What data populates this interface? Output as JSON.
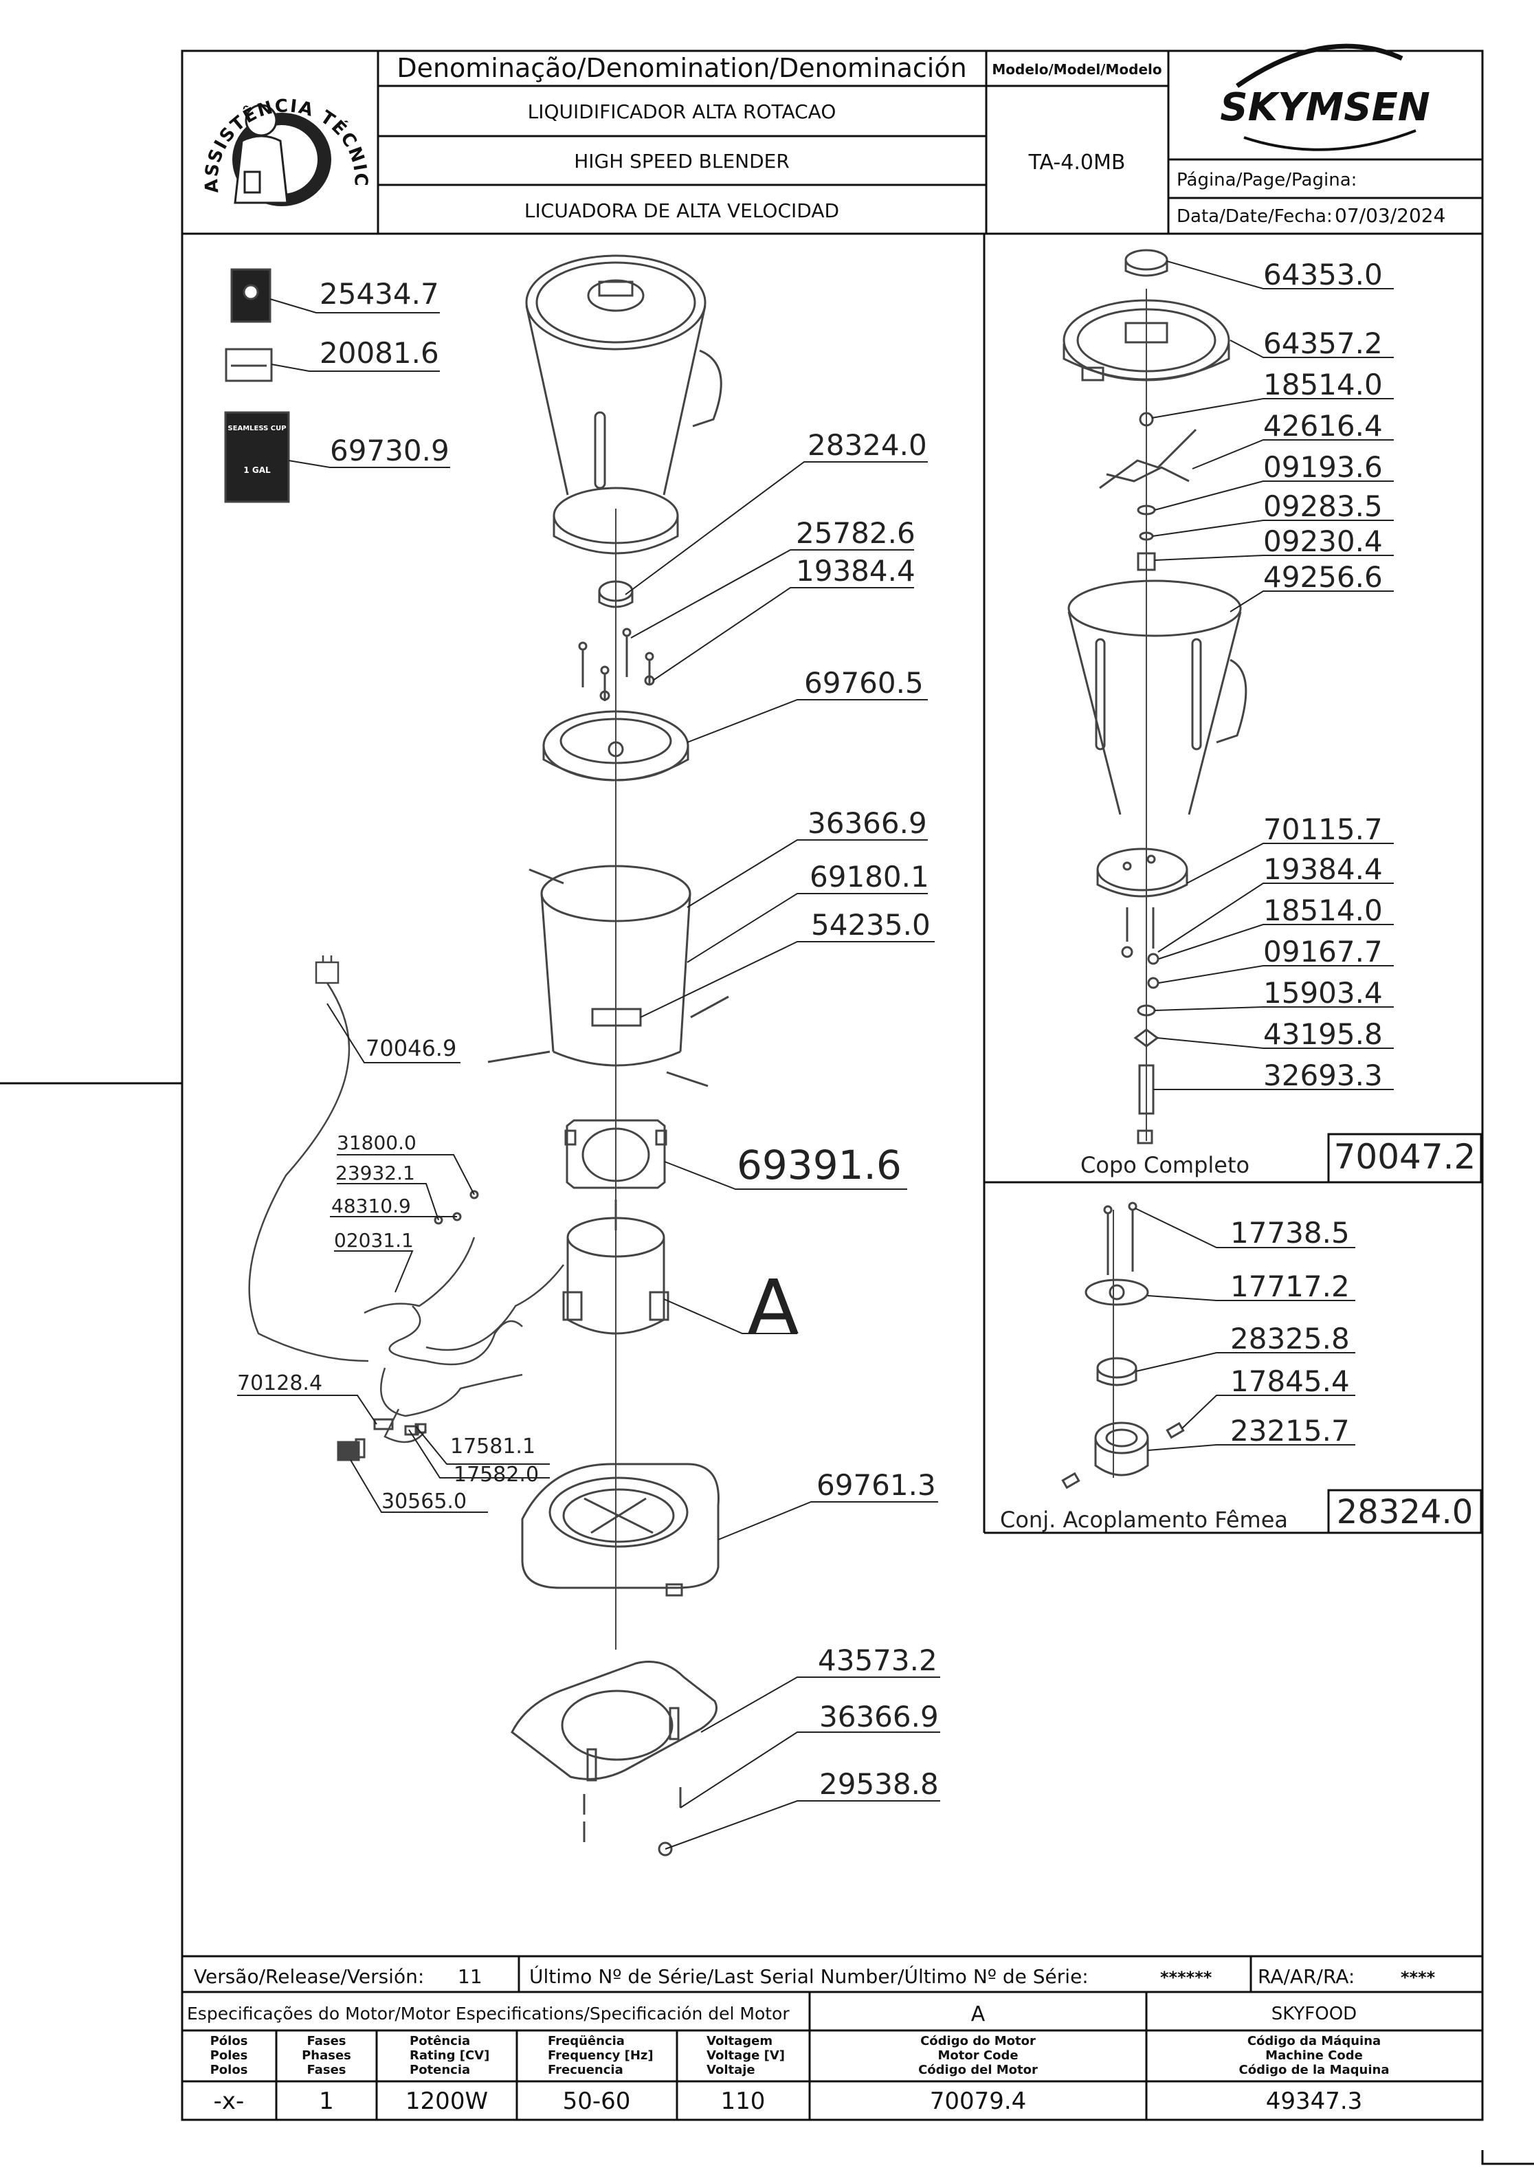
{
  "header": {
    "logo_text": "ASSISTÊNCIA TÉCNICA AUTORIZADA",
    "denomination_title": "Denominação/Denomination/Denominación",
    "name_pt": "LIQUIDIFICADOR ALTA ROTACAO",
    "name_en": "HIGH SPEED BLENDER",
    "name_es": "LICUADORA DE ALTA VELOCIDAD",
    "model_title": "Modelo/Model/Modelo",
    "model_value": "TA-4.0MB",
    "brand": "SKYMSEN",
    "page_label": "Página/Page/Pagina:",
    "date_label": "Data/Date/Fecha:",
    "date_value": "07/03/2024"
  },
  "parts_left": {
    "p25434": "25434.7",
    "p20081": "20081.6",
    "p69730": "69730.9",
    "p28324": "28324.0",
    "p25782": "25782.6",
    "p19384": "19384.4",
    "p69760": "69760.5",
    "p36366a": "36366.9",
    "p69180": "69180.1",
    "p54235": "54235.0",
    "p70046": "70046.9",
    "p69391": "69391.6",
    "p31800": "31800.0",
    "p23932": "23932.1",
    "p48310": "48310.9",
    "p02031": "02031.1",
    "motorA": "A",
    "p70128": "70128.4",
    "p17581": "17581.1",
    "p17582": "17582.0",
    "p30565": "30565.0",
    "p69761": "69761.3",
    "p43573": "43573.2",
    "p36366b": "36366.9",
    "p29538": "29538.8"
  },
  "card_label": {
    "line1": "SEAMLESS CUP",
    "line2": "1 GAL"
  },
  "parts_cup": {
    "p64353": "64353.0",
    "p64357": "64357.2",
    "p18514a": "18514.0",
    "p42616": "42616.4",
    "p09193": "09193.6",
    "p09283": "09283.5",
    "p09230": "09230.4",
    "p49256": "49256.6",
    "p70115": "70115.7",
    "p19384": "19384.4",
    "p18514b": "18514.0",
    "p09167": "09167.7",
    "p15903": "15903.4",
    "p43195": "43195.8",
    "p32693": "32693.3",
    "assembly_label": "Copo Completo",
    "assembly_code": "70047.2"
  },
  "parts_coupling": {
    "p17738": "17738.5",
    "p17717": "17717.2",
    "p28325": "28325.8",
    "p17845": "17845.4",
    "p23215": "23215.7",
    "assembly_label": "Conj. Acoplamento Fêmea",
    "assembly_code": "28324.0"
  },
  "footer": {
    "version_label": "Versão/Release/Versión:",
    "version_value": "11",
    "serial_label": "Último Nº de Série/Last Serial Number/Último Nº de Série:",
    "serial_value": "******",
    "ra_label": "RA/AR/RA:",
    "ra_value": "****",
    "motor_spec_title": "Especificações do Motor/Motor Especifications/Specificación del Motor",
    "motor_ref": "A",
    "factory": "SKYFOOD",
    "poles_h": [
      "Pólos",
      "Poles",
      "Polos"
    ],
    "phases_h": [
      "Fases",
      "Phases",
      "Fases"
    ],
    "power_h": [
      "Potência",
      "Rating [CV]",
      "Potencia"
    ],
    "freq_h": [
      "Freqüência",
      "Frequency [Hz]",
      "Frecuencia"
    ],
    "volt_h": [
      "Voltagem",
      "Voltage [V]",
      "Voltaje"
    ],
    "motorcode_h": [
      "Código do Motor",
      "Motor Code",
      "Código del Motor"
    ],
    "machinecode_h": [
      "Código da Máquina",
      "Machine Code",
      "Código de la Maquina"
    ],
    "poles": "-x-",
    "phases": "1",
    "power": "1200W",
    "freq": "50-60",
    "volt": "110",
    "motor_code": "70079.4",
    "machine_code": "49347.3"
  },
  "colors": {
    "line": "#111111",
    "part": "#444444",
    "label": "#222222"
  }
}
